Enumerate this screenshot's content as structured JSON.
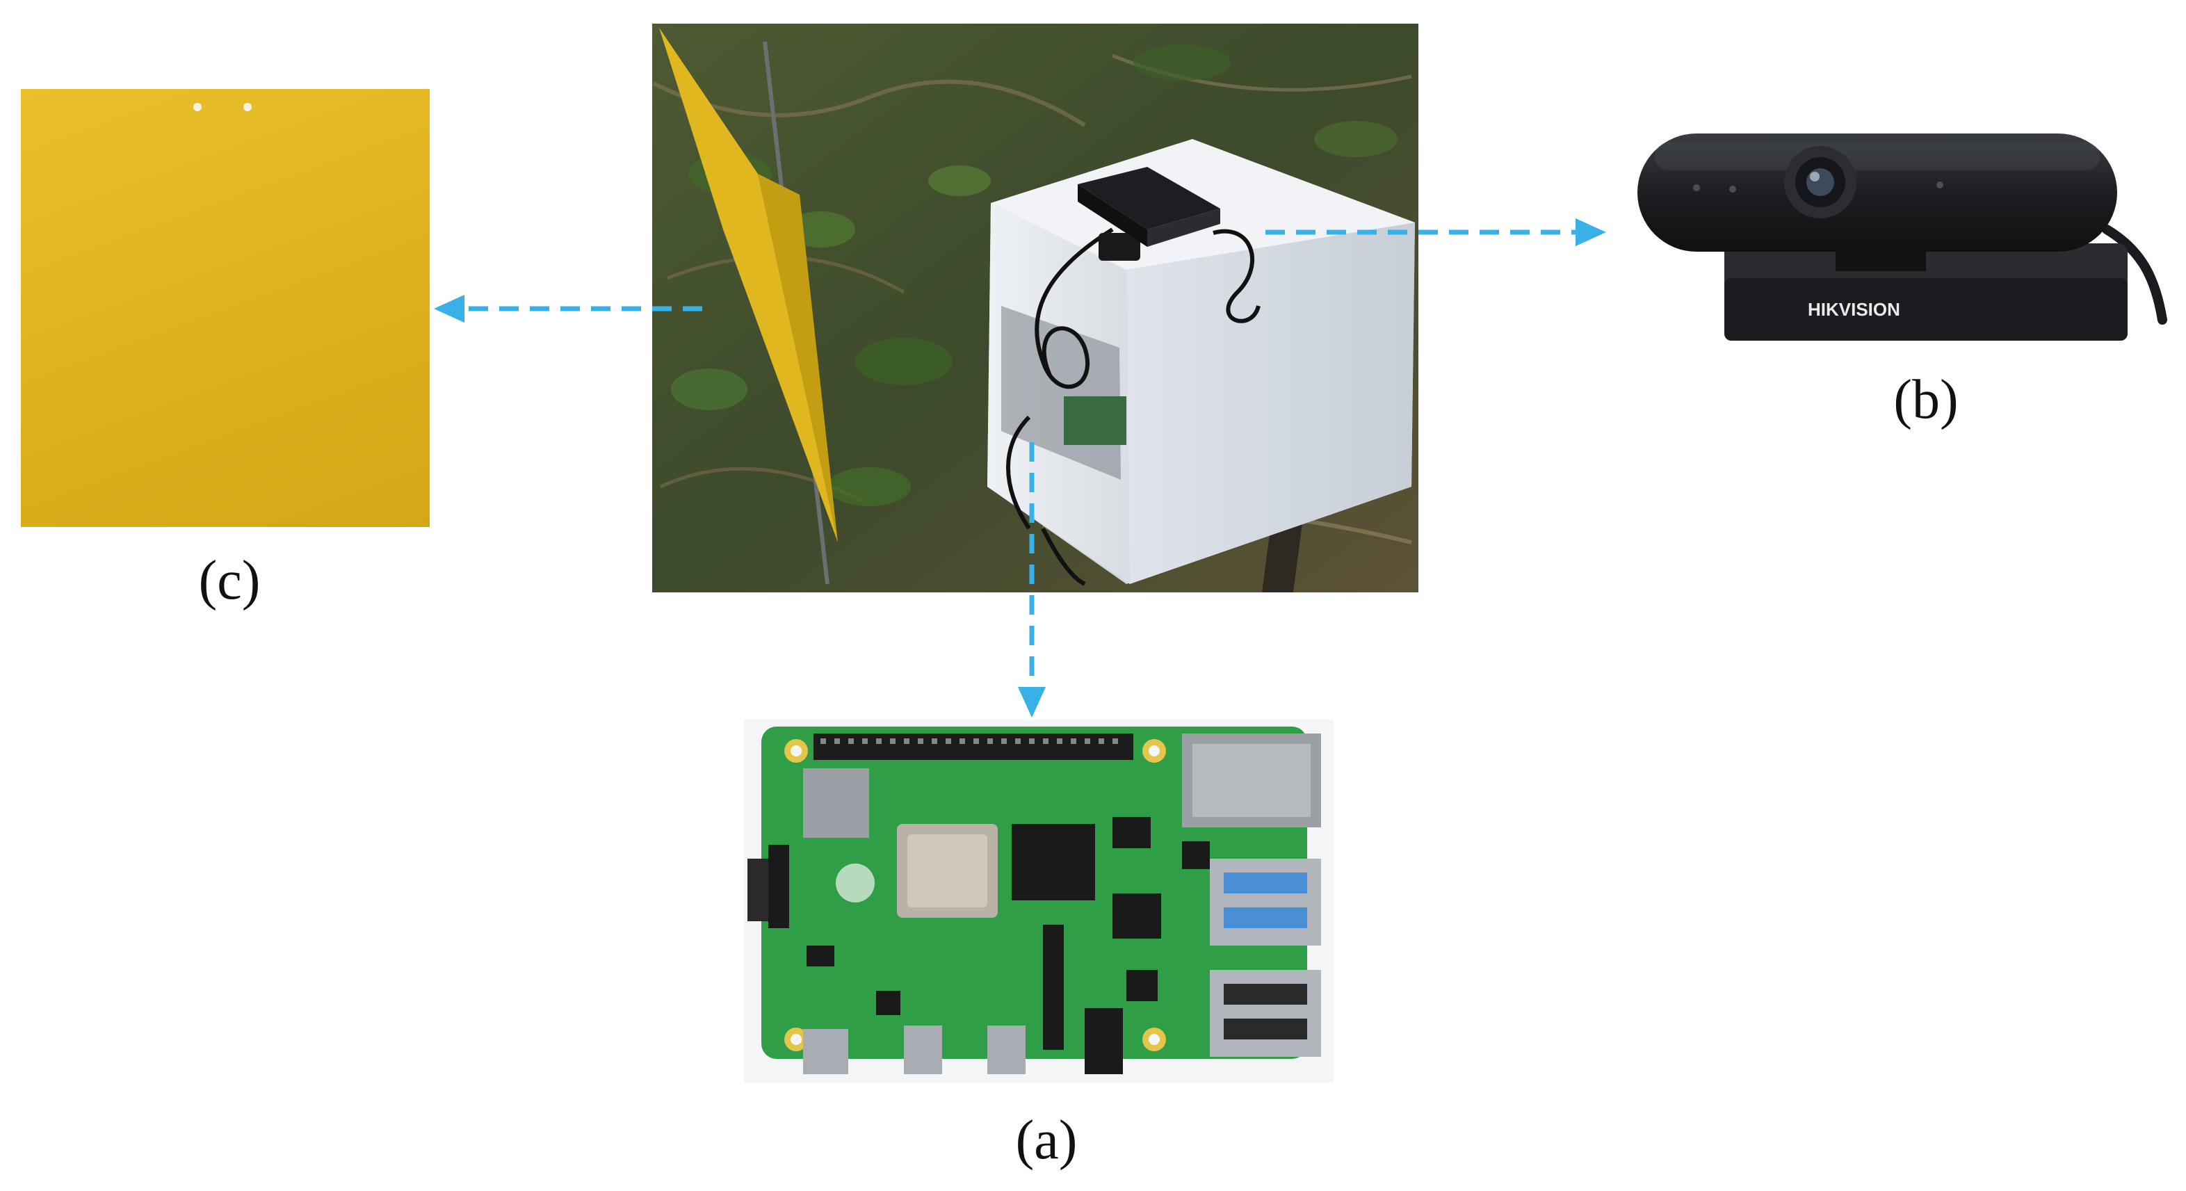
{
  "captions": {
    "a": "(a)",
    "b": "(b)",
    "c": "(c)"
  },
  "webcam_brand": "HIKVISION",
  "colors": {
    "arrow": "#38b0e8",
    "trap_yellow": "#e3b61f",
    "pcb_green": "#2f9e46",
    "box_white": "#e4e8ec",
    "webcam_black": "#1d1f22"
  },
  "icons": {
    "field": "field-setup-photo",
    "webcam": "webcam-icon",
    "trap": "yellow-sticky-trap",
    "board": "raspberry-pi-board"
  }
}
